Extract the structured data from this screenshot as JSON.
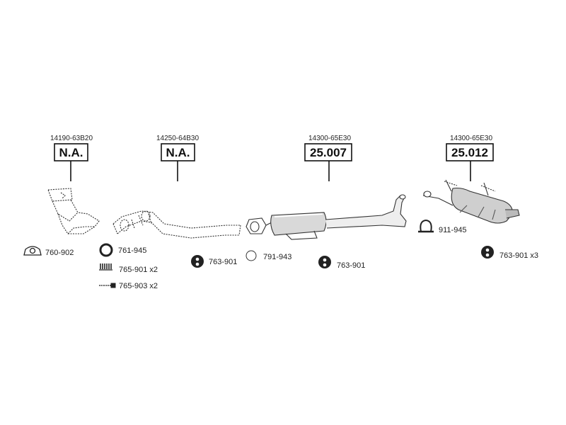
{
  "parts": [
    {
      "oem": "14190-63B20",
      "code": "N.A."
    },
    {
      "oem": "14250-64B30",
      "code": "N.A."
    },
    {
      "oem": "14300-65E30",
      "code": "25.007"
    },
    {
      "oem": "14300-65E30",
      "code": "25.012"
    }
  ],
  "accessories": [
    {
      "code": "760-902",
      "icon": "gasket-icon"
    },
    {
      "code": "761-945",
      "icon": "ring-icon"
    },
    {
      "code": "765-901 x2",
      "icon": "spring-icon"
    },
    {
      "code": "765-903 x2",
      "icon": "bolt-icon"
    },
    {
      "code": "763-901",
      "icon": "rubber-mount-icon"
    },
    {
      "code": "791-943",
      "icon": "o-ring-icon"
    },
    {
      "code": "763-901",
      "icon": "rubber-mount-icon"
    },
    {
      "code": "911-945",
      "icon": "clamp-icon"
    },
    {
      "code": "763-901 x3",
      "icon": "rubber-mount-icon"
    }
  ]
}
